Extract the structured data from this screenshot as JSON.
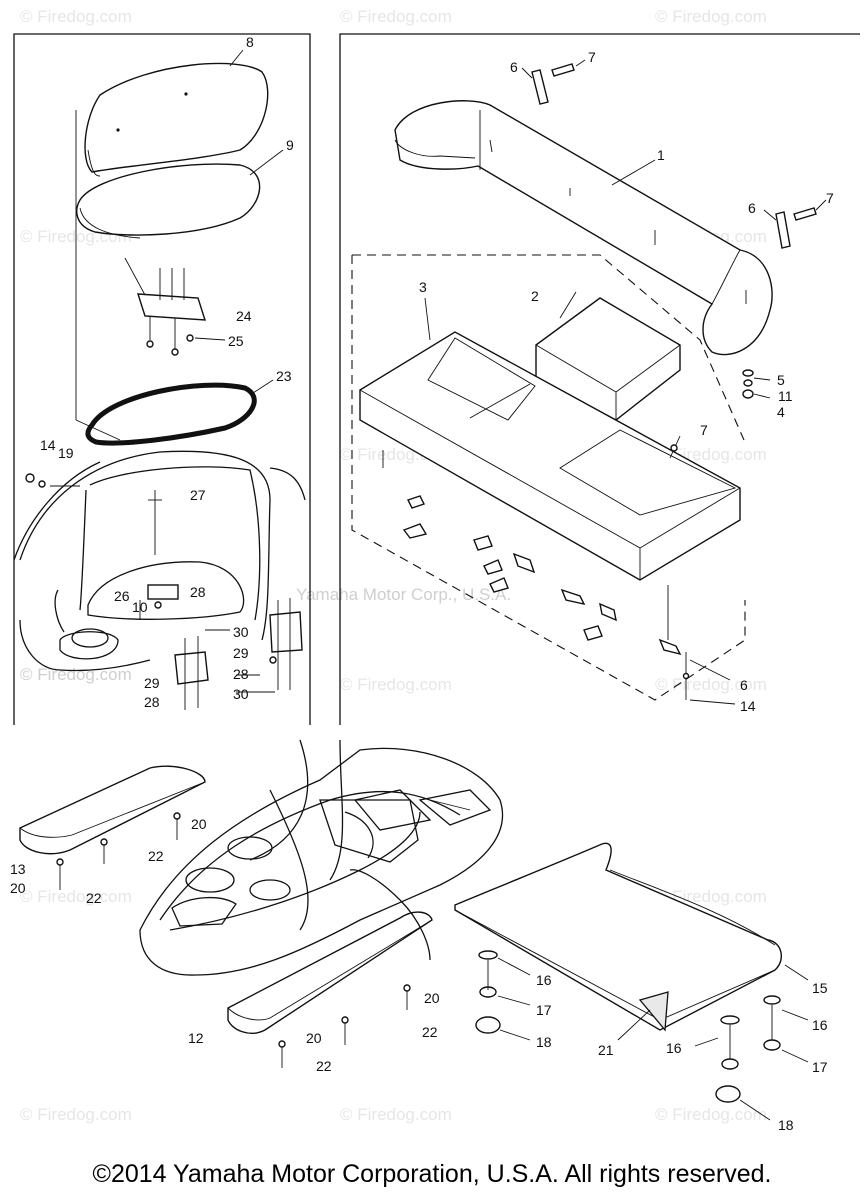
{
  "watermark": "© Firedog.com",
  "center_mark": "Yamaha Motor Corp., U.S.A.",
  "copyright": "©2014 Yamaha Motor Corporation, U.S.A. All rights reserved.",
  "callouts": {
    "p1": "1",
    "p2": "2",
    "p3": "3",
    "p4": "4",
    "p5": "5",
    "p6": "6",
    "p7": "7",
    "p8": "8",
    "p9": "9",
    "p10": "10",
    "p11": "11",
    "p12": "12",
    "p13": "13",
    "p14": "14",
    "p15": "15",
    "p16": "16",
    "p17": "17",
    "p18": "18",
    "p19": "19",
    "p20": "20",
    "p21": "21",
    "p22": "22",
    "p23": "23",
    "p24": "24",
    "p25": "25",
    "p26": "26",
    "p27": "27",
    "p28": "28",
    "p29": "29",
    "p30": "30"
  }
}
